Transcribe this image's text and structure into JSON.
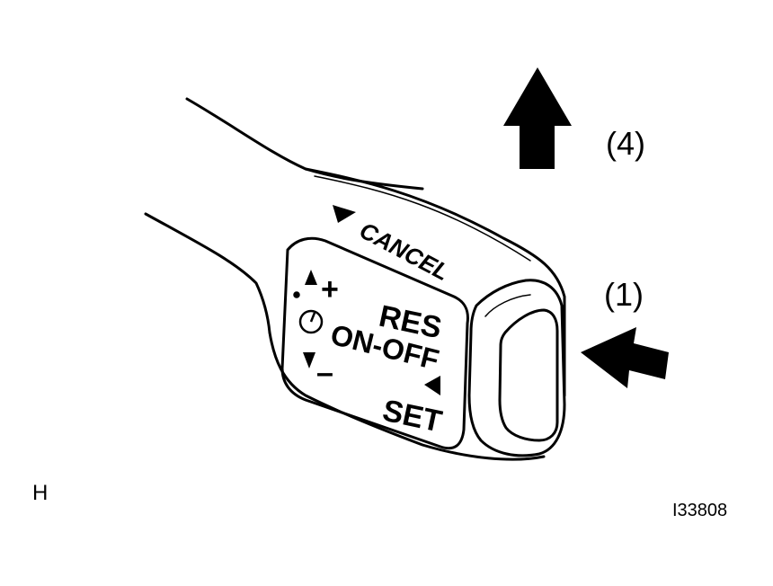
{
  "labels": {
    "cancel": "CANCEL",
    "plus": "+",
    "minus": "–",
    "res": "RES",
    "on_off": "ON-OFF",
    "set": "SET",
    "callout_4": "(4)",
    "callout_1": "(1)"
  },
  "corner": {
    "letter": "H",
    "figure_code": "I33808"
  },
  "icons": {
    "arrow_up": "arrow-up-icon",
    "arrow_left": "arrow-left-icon",
    "speedometer": "speedometer-icon"
  },
  "colors": {
    "ink": "#000000",
    "background": "#ffffff"
  }
}
